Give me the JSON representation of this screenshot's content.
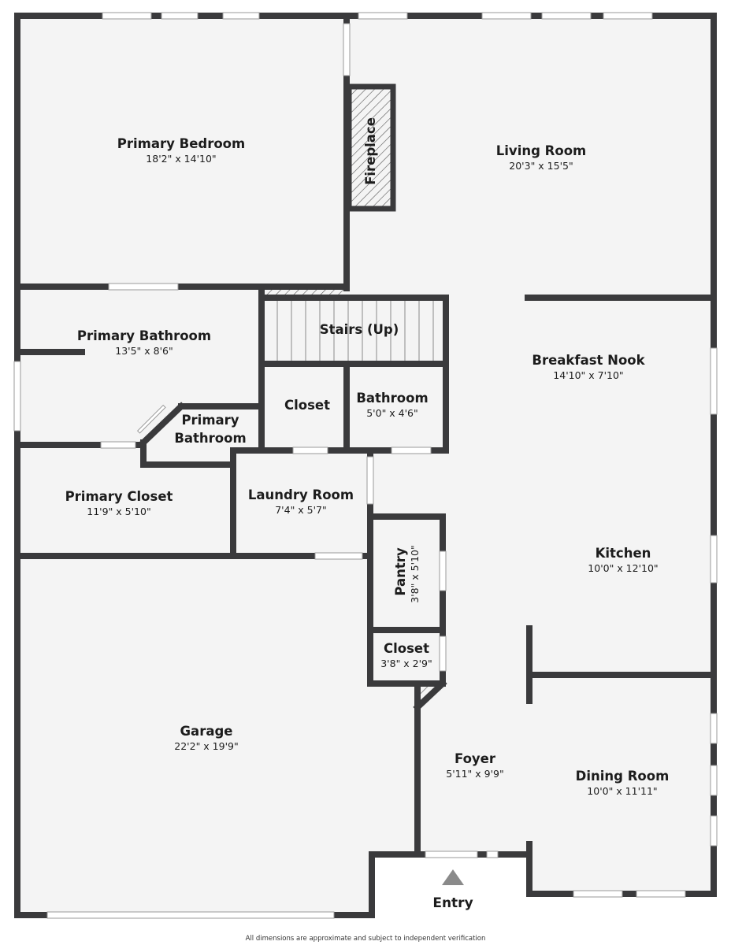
{
  "rooms": {
    "primary_bedroom": {
      "name": "Primary Bedroom",
      "dims": "18'2\" x 14'10\""
    },
    "living_room": {
      "name": "Living Room",
      "dims": "20'3\" x 15'5\""
    },
    "fireplace": {
      "name": "Fireplace"
    },
    "stairs": {
      "name": "Stairs (Up)"
    },
    "primary_bathroom": {
      "name": "Primary Bathroom",
      "dims": "13'5\" x 8'6\""
    },
    "breakfast_nook": {
      "name": "Breakfast Nook",
      "dims": "14'10\" x 7'10\""
    },
    "closet_upper": {
      "name": "Closet"
    },
    "bathroom": {
      "name": "Bathroom",
      "dims": "5'0\" x 4'6\""
    },
    "primary_bathroom_2": {
      "name_line1": "Primary",
      "name_line2": "Bathroom"
    },
    "primary_closet": {
      "name": "Primary Closet",
      "dims": "11'9\" x 5'10\""
    },
    "laundry_room": {
      "name": "Laundry Room",
      "dims": "7'4\" x 5'7\""
    },
    "kitchen": {
      "name": "Kitchen",
      "dims": "10'0\" x 12'10\""
    },
    "pantry": {
      "name": "Pantry",
      "dims": "3'8\" x 5'10\""
    },
    "closet_lower": {
      "name": "Closet",
      "dims": "3'8\" x 2'9\""
    },
    "garage": {
      "name": "Garage",
      "dims": "22'2\" x 19'9\""
    },
    "foyer": {
      "name": "Foyer",
      "dims": "5'11\" x 9'9\""
    },
    "dining_room": {
      "name": "Dining Room",
      "dims": "10'0\" x 11'11\""
    }
  },
  "entry": {
    "label": "Entry"
  },
  "footer": {
    "disclaimer": "All dimensions are approximate and subject to independent verification"
  },
  "colors": {
    "wall": "#3a3a3c",
    "floor": "#f4f4f4",
    "background": "#ffffff"
  }
}
